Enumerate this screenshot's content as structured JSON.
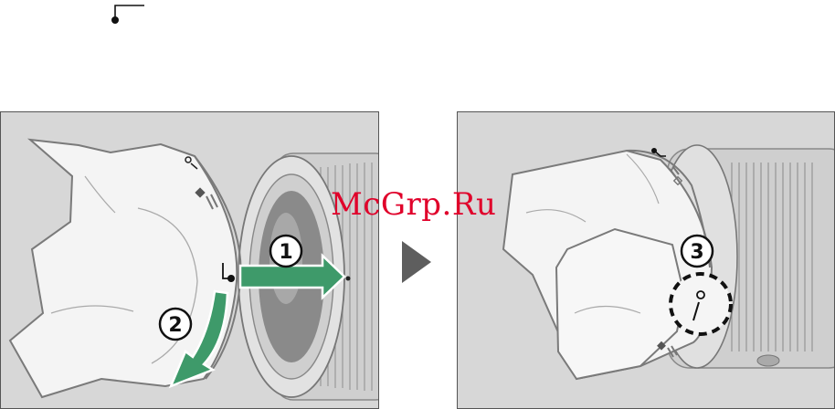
{
  "steps": {
    "step1": "1",
    "step2": "2",
    "step3": "3"
  },
  "watermark": "McGrp.Ru",
  "colors": {
    "arrow": "#3e9a6a",
    "panel_bg": "#d7d7d7",
    "next_arrow": "#5e5e5e",
    "watermark": "#e0002a"
  },
  "icons": {
    "legend": "index-mark-icon",
    "next": "triangle-right-icon"
  }
}
